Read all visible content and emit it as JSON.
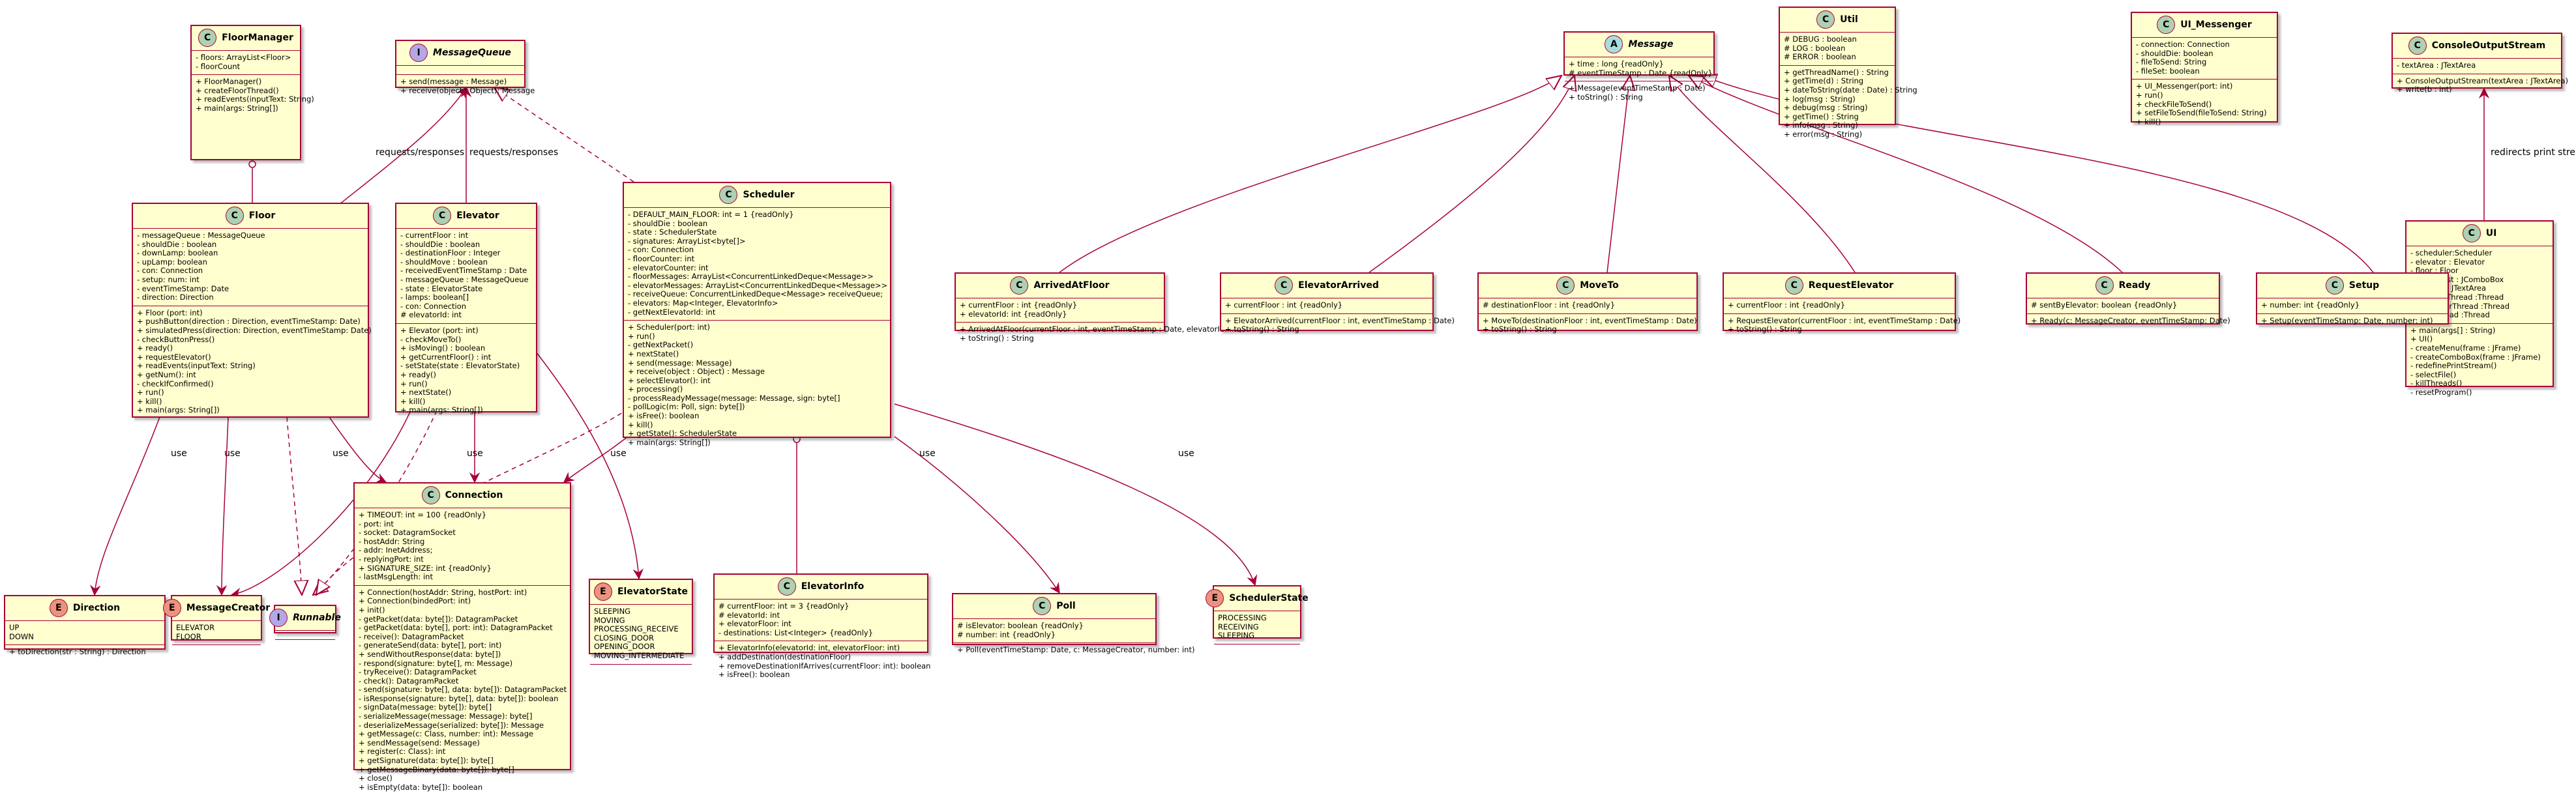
{
  "edge_labels": {
    "requests_responses": "requests/responses",
    "use": "use",
    "redirects_print_stream": "redirects print stream"
  },
  "classes": {
    "FloorManager": {
      "kind": "C",
      "name": "FloorManager",
      "fields": [
        "- floors: ArrayList<Floor>",
        "- floorCount"
      ],
      "methods": [
        "+ FloorManager()",
        "+ createFloorThread()",
        "+ readEvents(inputText: String)",
        "+ main(args: String[])"
      ]
    },
    "MessageQueue": {
      "kind": "I",
      "name": "MessageQueue",
      "fields": [],
      "methods": [
        "+ send(message : Message)",
        "+ receive(object : Object): Message"
      ]
    },
    "Message": {
      "kind": "A",
      "name": "Message",
      "fields": [
        "+ time : long {readOnly}",
        "# eventTimeStamp : Date {readOnly}"
      ],
      "methods": [
        "+ Message(eventTimeStamp : Date)",
        "+ toString() : String"
      ]
    },
    "Util": {
      "kind": "C",
      "name": "Util",
      "fields": [
        "# DEBUG : boolean",
        "# LOG : boolean",
        "# ERROR : boolean"
      ],
      "methods": [
        "+ getThreadName() : String",
        "+ getTime(d) : String",
        "+ dateToString(date : Date) : String",
        "+ log(msg : String)",
        "+ debug(msg : String)",
        "+ getTime() : String",
        "+ info(msg : String)",
        "+ error(msg : String)"
      ]
    },
    "UI_Messenger": {
      "kind": "C",
      "name": "UI_Messenger",
      "fields": [
        "- connection: Connection",
        "- shouldDie: boolean",
        "- fileToSend: String",
        "- fileSet: boolean"
      ],
      "methods": [
        "+ UI_Messenger(port: int)",
        "+ run()",
        "+ checkFileToSend()",
        "+ setFileToSend(fileToSend: String)",
        "+ kill()"
      ]
    },
    "ConsoleOutputStream": {
      "kind": "C",
      "name": "ConsoleOutputStream",
      "fields": [
        "- textArea : JTextArea"
      ],
      "methods": [
        "+ ConsoleOutputStream(textArea : JTextArea)",
        "+ write(b : int)"
      ]
    },
    "Floor": {
      "kind": "C",
      "name": "Floor",
      "fields": [
        "- messageQueue : MessageQueue",
        "- shouldDie : boolean",
        "- downLamp: boolean",
        "- upLamp: boolean",
        "- con: Connection",
        "- setup: num: int",
        "- eventTimeStamp: Date",
        "- direction: Direction"
      ],
      "methods": [
        "+ Floor (port: int)",
        "+ pushButton(direction : Direction, eventTimeStamp: Date)",
        "+ simulatedPress(direction: Direction, eventTimeStamp: Date)",
        "- checkButtonPress()",
        "+ ready()",
        "+ requestElevator()",
        "+ readEvents(inputText: String)",
        "+ getNum(): int",
        "- checkIfConfirmed()",
        "+ run()",
        "+ kill()",
        "+ main(args: String[])"
      ]
    },
    "Elevator": {
      "kind": "C",
      "name": "Elevator",
      "fields": [
        "- currentFloor : int",
        "- shouldDie : boolean",
        "- destinationFloor : Integer",
        "- shouldMove : boolean",
        "- receivedEventTimeStamp : Date",
        "- messageQueue : MessageQueue",
        "- state : ElevatorState",
        "- lamps: boolean[]",
        "- con: Connection",
        "# elevatorId: int"
      ],
      "methods": [
        "+ Elevator (port: int)",
        "- checkMoveTo()",
        "+ isMoving() : boolean",
        "+ getCurrentFloor() : int",
        "- setState(state : ElevatorState)",
        "+ ready()",
        "+ run()",
        "+ nextState()",
        "+ kill()",
        "+ main(args: String[])"
      ]
    },
    "Scheduler": {
      "kind": "C",
      "name": "Scheduler",
      "fields": [
        "- DEFAULT_MAIN_FLOOR: int = 1 {readOnly}",
        "- shouldDie : boolean",
        "- state : SchedulerState",
        "- signatures: ArrayList<byte[]>",
        "- con: Connection",
        "- floorCounter: int",
        "- elevatorCounter: int",
        "- floorMessages: ArrayList<ConcurrentLinkedDeque<Message>>",
        "- elevatorMessages: ArrayList<ConcurrentLinkedDeque<Message>>",
        "- receiveQueue: ConcurrentLinkedDeque<Message> receiveQueue;",
        "- elevators: Map<Integer, ElevatorInfo>",
        "- getNextElevatorId: int"
      ],
      "methods": [
        "+ Scheduler(port: int)",
        "+ run()",
        "- getNextPacket()",
        "+ nextState()",
        "+ send(message: Message)",
        "+ receive(object : Object) : Message",
        "+ selectElevator(): int",
        "+ processing()",
        "- processReadyMessage(message: Message, sign: byte[]",
        "- pollLogic(m: Poll, sign: byte[])",
        "+ isFree(): boolean",
        "+ kill()",
        "+ getState(): SchedulerState",
        "+ main(args: String[])"
      ]
    },
    "UI": {
      "kind": "C",
      "name": "UI",
      "fields": [
        "- scheduler:Scheduler",
        "- elevator : Elevator",
        "- floor : Floor",
        "- eventsList : JComboBox",
        "- console : JTextArea",
        "- elevatorThread :Thread",
        "- schedulerThread :Thread",
        "- floorThread :Thread"
      ],
      "methods": [
        "+ main(args[] : String)",
        "+ UI()",
        "- createMenu(frame : JFrame)",
        "- createComboBox(frame : JFrame)",
        "- redefinePrintStream()",
        "- selectFile()",
        "- killThreads()",
        "- resetProgram()"
      ]
    },
    "ArrivedAtFloor": {
      "kind": "C",
      "name": "ArrivedAtFloor",
      "fields": [
        "+ currentFloor : int {readOnly}",
        "+ elevatorId: int {readOnly}"
      ],
      "methods": [
        "+ ArrivedAtFloor(currentFloor : int, eventTimeStamp : Date, elevatorId: int)",
        "+ toString() : String"
      ]
    },
    "ElevatorArrived": {
      "kind": "C",
      "name": "ElevatorArrived",
      "fields": [
        "+ currentFloor : int {readOnly}"
      ],
      "methods": [
        "+ ElevatorArrived(currentFloor : int, eventTimeStamp : Date)",
        "+ toString() : String"
      ]
    },
    "MoveTo": {
      "kind": "C",
      "name": "MoveTo",
      "fields": [
        "# destinationFloor : int {readOnly}"
      ],
      "methods": [
        "+ MoveTo(destinationFloor : int, eventTimeStamp : Date)",
        "+ toString() : String"
      ]
    },
    "RequestElevator": {
      "kind": "C",
      "name": "RequestElevator",
      "fields": [
        "+ currentFloor : int {readOnly}"
      ],
      "methods": [
        "+ RequestElevator(currentFloor : int, eventTimeStamp : Date)",
        "+ toString() : String"
      ]
    },
    "Ready": {
      "kind": "C",
      "name": "Ready",
      "fields": [
        "# sentByElevator: boolean {readOnly}"
      ],
      "methods": [
        "+ Ready(c: MessageCreator, eventTimeStamp: Date)"
      ]
    },
    "Setup": {
      "kind": "C",
      "name": "Setup",
      "fields": [
        "+ number: int {readOnly}"
      ],
      "methods": [
        "+ Setup(eventTimeStamp: Date, number: int)"
      ]
    },
    "Direction": {
      "kind": "E",
      "name": "Direction",
      "fields": [
        "UP",
        "DOWN"
      ],
      "methods": [
        "+ toDirection(str : String) : Direction"
      ]
    },
    "MessageCreator": {
      "kind": "E",
      "name": "MessageCreator",
      "fields": [
        "ELEVATOR",
        "FLOOR"
      ],
      "methods": []
    },
    "Runnable": {
      "kind": "I",
      "name": "Runnable",
      "fields": [],
      "methods": []
    },
    "Connection": {
      "kind": "C",
      "name": "Connection",
      "fields": [
        "+ TIMEOUT: int = 100 {readOnly}",
        "- port: int",
        "- socket: DatagramSocket",
        "- hostAddr: String",
        "- addr: InetAddress;",
        "- replyingPort: int",
        "+ SIGNATURE_SIZE: int {readOnly}",
        "- lastMsgLength: int"
      ],
      "methods": [
        "+ Connection(hostAddr: String, hostPort: int)",
        "+ Connection(bindedPort: int)",
        "+ init()",
        "- getPacket(data: byte[]): DatagramPacket",
        "- getPacket(data: byte[], port: int): DatagramPacket",
        "- receive(): DatagramPacket",
        "- generateSend(data: byte[], port: int)",
        "+ sendWithoutResponse(data: byte[])",
        "- respond(signature: byte[], m: Message)",
        "- tryReceive(): DatagramPacket",
        "- check(): DatagramPacket",
        "- send(signature: byte[], data: byte[]): DatagramPacket",
        "- isResponse(signature: byte[], data: byte[]): boolean",
        "- signData(message: byte[]): byte[]",
        "- serializeMessage(message: Message): byte[]",
        "- deserializeMessage(serialized: byte[]): Message",
        "+ getMessage(c: Class, number: int): Message",
        "+ sendMessage(send: Message)",
        "+ register(c: Class): int",
        "+ getSignature(data: byte[]): byte[]",
        "+ getMessageBinary(data: byte[]): byte[]",
        "+ close()",
        "+ isEmpty(data: byte[]): boolean"
      ]
    },
    "ElevatorState": {
      "kind": "E",
      "name": "ElevatorState",
      "fields": [
        "SLEEPING",
        "MOVING",
        "PROCESSING_RECEIVE",
        "CLOSING_DOOR",
        "OPENING_DOOR",
        "MOVING_INTERMEDIATE"
      ],
      "methods": []
    },
    "ElevatorInfo": {
      "kind": "C",
      "name": "ElevatorInfo",
      "fields": [
        "# currentFloor: int = 3 {readOnly}",
        "# elevatorId: int",
        "+ elevatorFloor: int",
        "- destinations: List<Integer> {readOnly}"
      ],
      "methods": [
        "+ ElevatorInfo(elevatorId: int, elevatorFloor: int)",
        "+ addDestination(destinationFloor)",
        "+ removeDestinationIfArrives(currentFloor: int): boolean",
        "+ isFree(): boolean"
      ]
    },
    "Poll": {
      "kind": "C",
      "name": "Poll",
      "fields": [
        "# isElevator: boolean {readOnly}",
        "# number: int {readOnly}"
      ],
      "methods": [
        "+ Poll(eventTimeStamp: Date, c: MessageCreator, number: int)"
      ]
    },
    "SchedulerState": {
      "kind": "E",
      "name": "SchedulerState",
      "fields": [
        "PROCESSING",
        "RECEIVING",
        "SLEEPING"
      ],
      "methods": []
    }
  },
  "colors": {
    "border": "#a80036",
    "fill": "#fefece",
    "class_badge": "#add1b2",
    "interface_badge": "#b4a7e5",
    "abstract_badge": "#a9dcdf",
    "enum_badge": "#eb937f"
  }
}
